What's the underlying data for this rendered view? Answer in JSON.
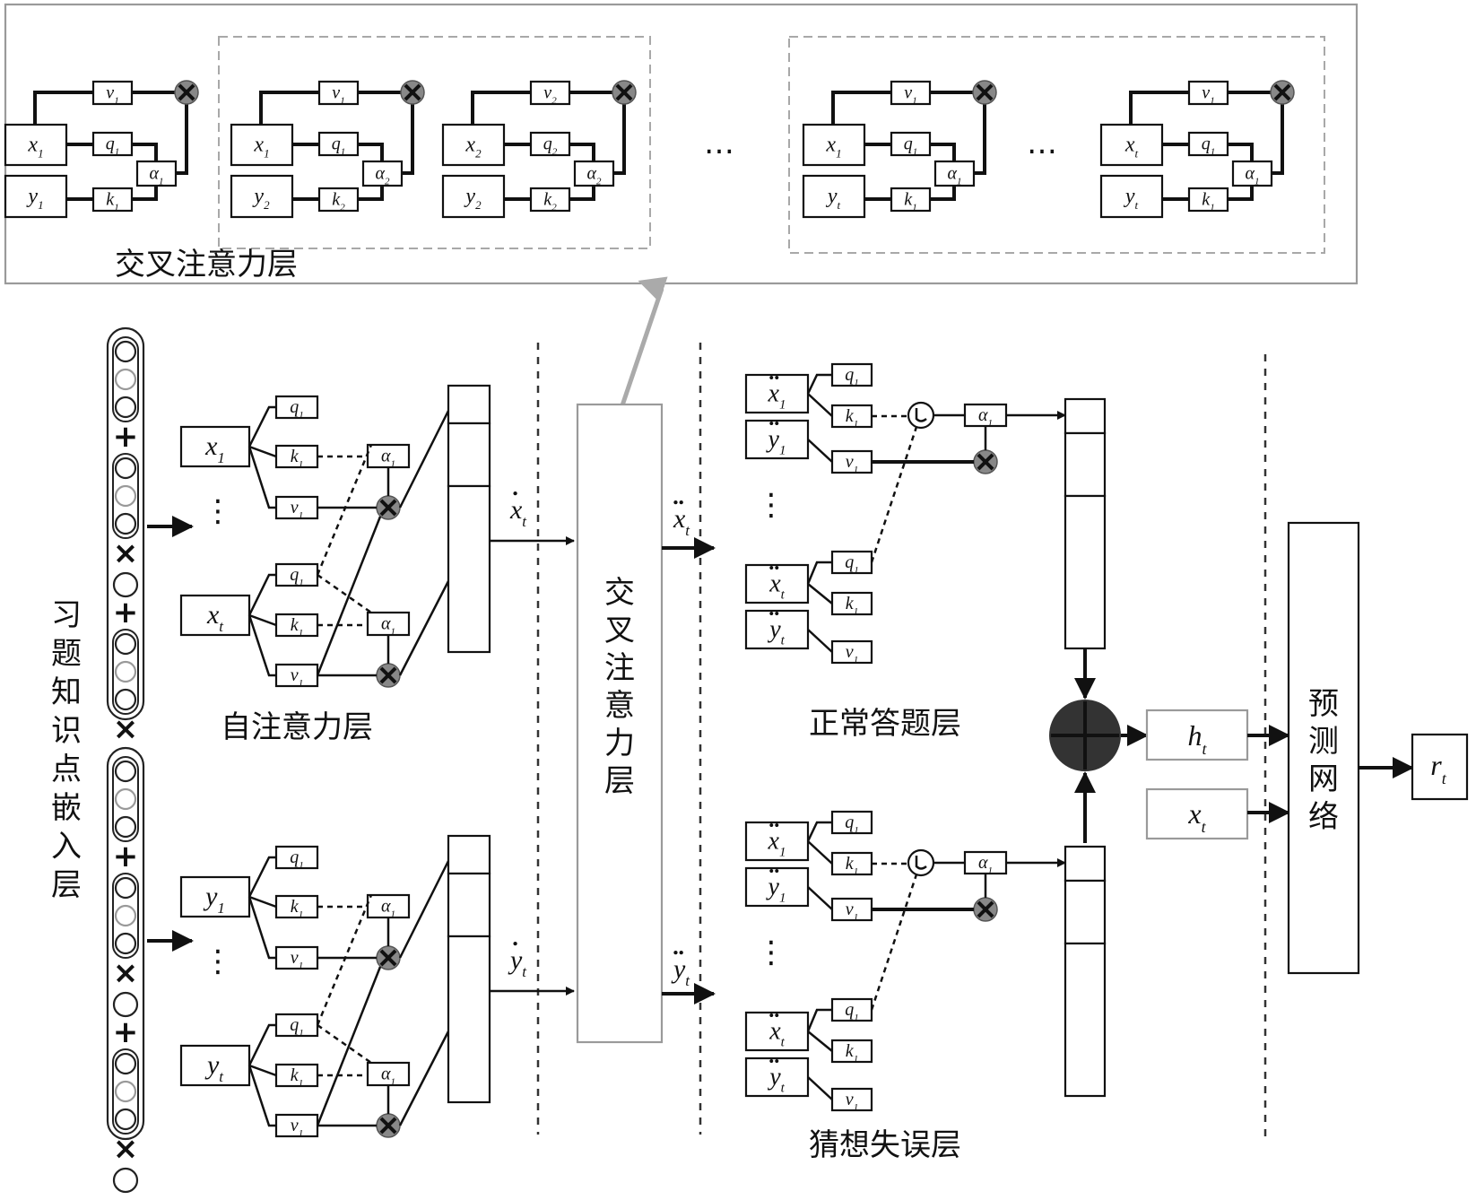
{
  "labels": {
    "cross_attention_top": "交叉注意力层",
    "cross_attention_mid": "交叉注意力层",
    "self_attention": "自注意力层",
    "embedding": "习题知识点嵌入层",
    "normal_answer": "正常答题层",
    "guess_slip": "猜想失误层",
    "prediction": "预测网络"
  },
  "symbols": {
    "ellipsis": "…",
    "vdots": "⋮",
    "plus": "+",
    "times": "×",
    "x": "x",
    "y": "y",
    "q": "q",
    "k": "k",
    "v": "v",
    "alpha": "α",
    "h": "h",
    "r": "r",
    "sub1": "1",
    "sub2": "2",
    "subt": "t",
    "dot": "•",
    "ddot": "••"
  },
  "colors": {
    "line": "#111111",
    "gray_border": "#9a9a9a",
    "multiply_node": "#888888",
    "sum_node": "#333333"
  }
}
